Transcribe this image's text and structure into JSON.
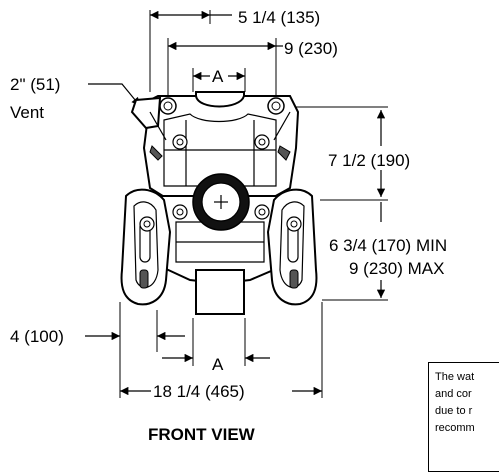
{
  "dimensions": {
    "top_offset": "5 1/4 (135)",
    "mount_width": "9 (230)",
    "vent": "2\" (51)",
    "vent_label": "Vent",
    "spacing_top": "A",
    "height_upper": "7 1/2 (190)",
    "height_min": "6 3/4 (170) MIN",
    "height_max": "9 (230) MAX",
    "left_offset": "4 (100)",
    "spacing_bottom": "A",
    "overall_width": "18 1/4 (465)"
  },
  "view_title": "FRONT VIEW",
  "note_lines": [
    "The wat",
    "and cor",
    "due to r",
    "recomm"
  ]
}
